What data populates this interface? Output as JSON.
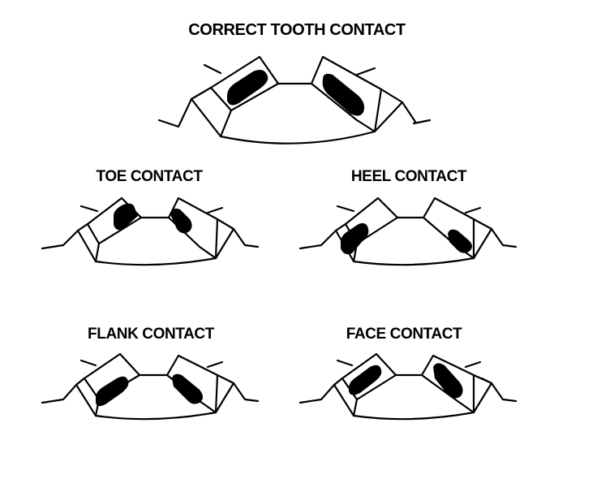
{
  "diagrams": {
    "correct": {
      "title": "CORRECT TOOTH CONTACT"
    },
    "toe": {
      "title": "TOE CONTACT"
    },
    "heel": {
      "title": "HEEL CONTACT"
    },
    "flank": {
      "title": "FLANK CONTACT"
    },
    "face": {
      "title": "FACE CONTACT"
    }
  }
}
